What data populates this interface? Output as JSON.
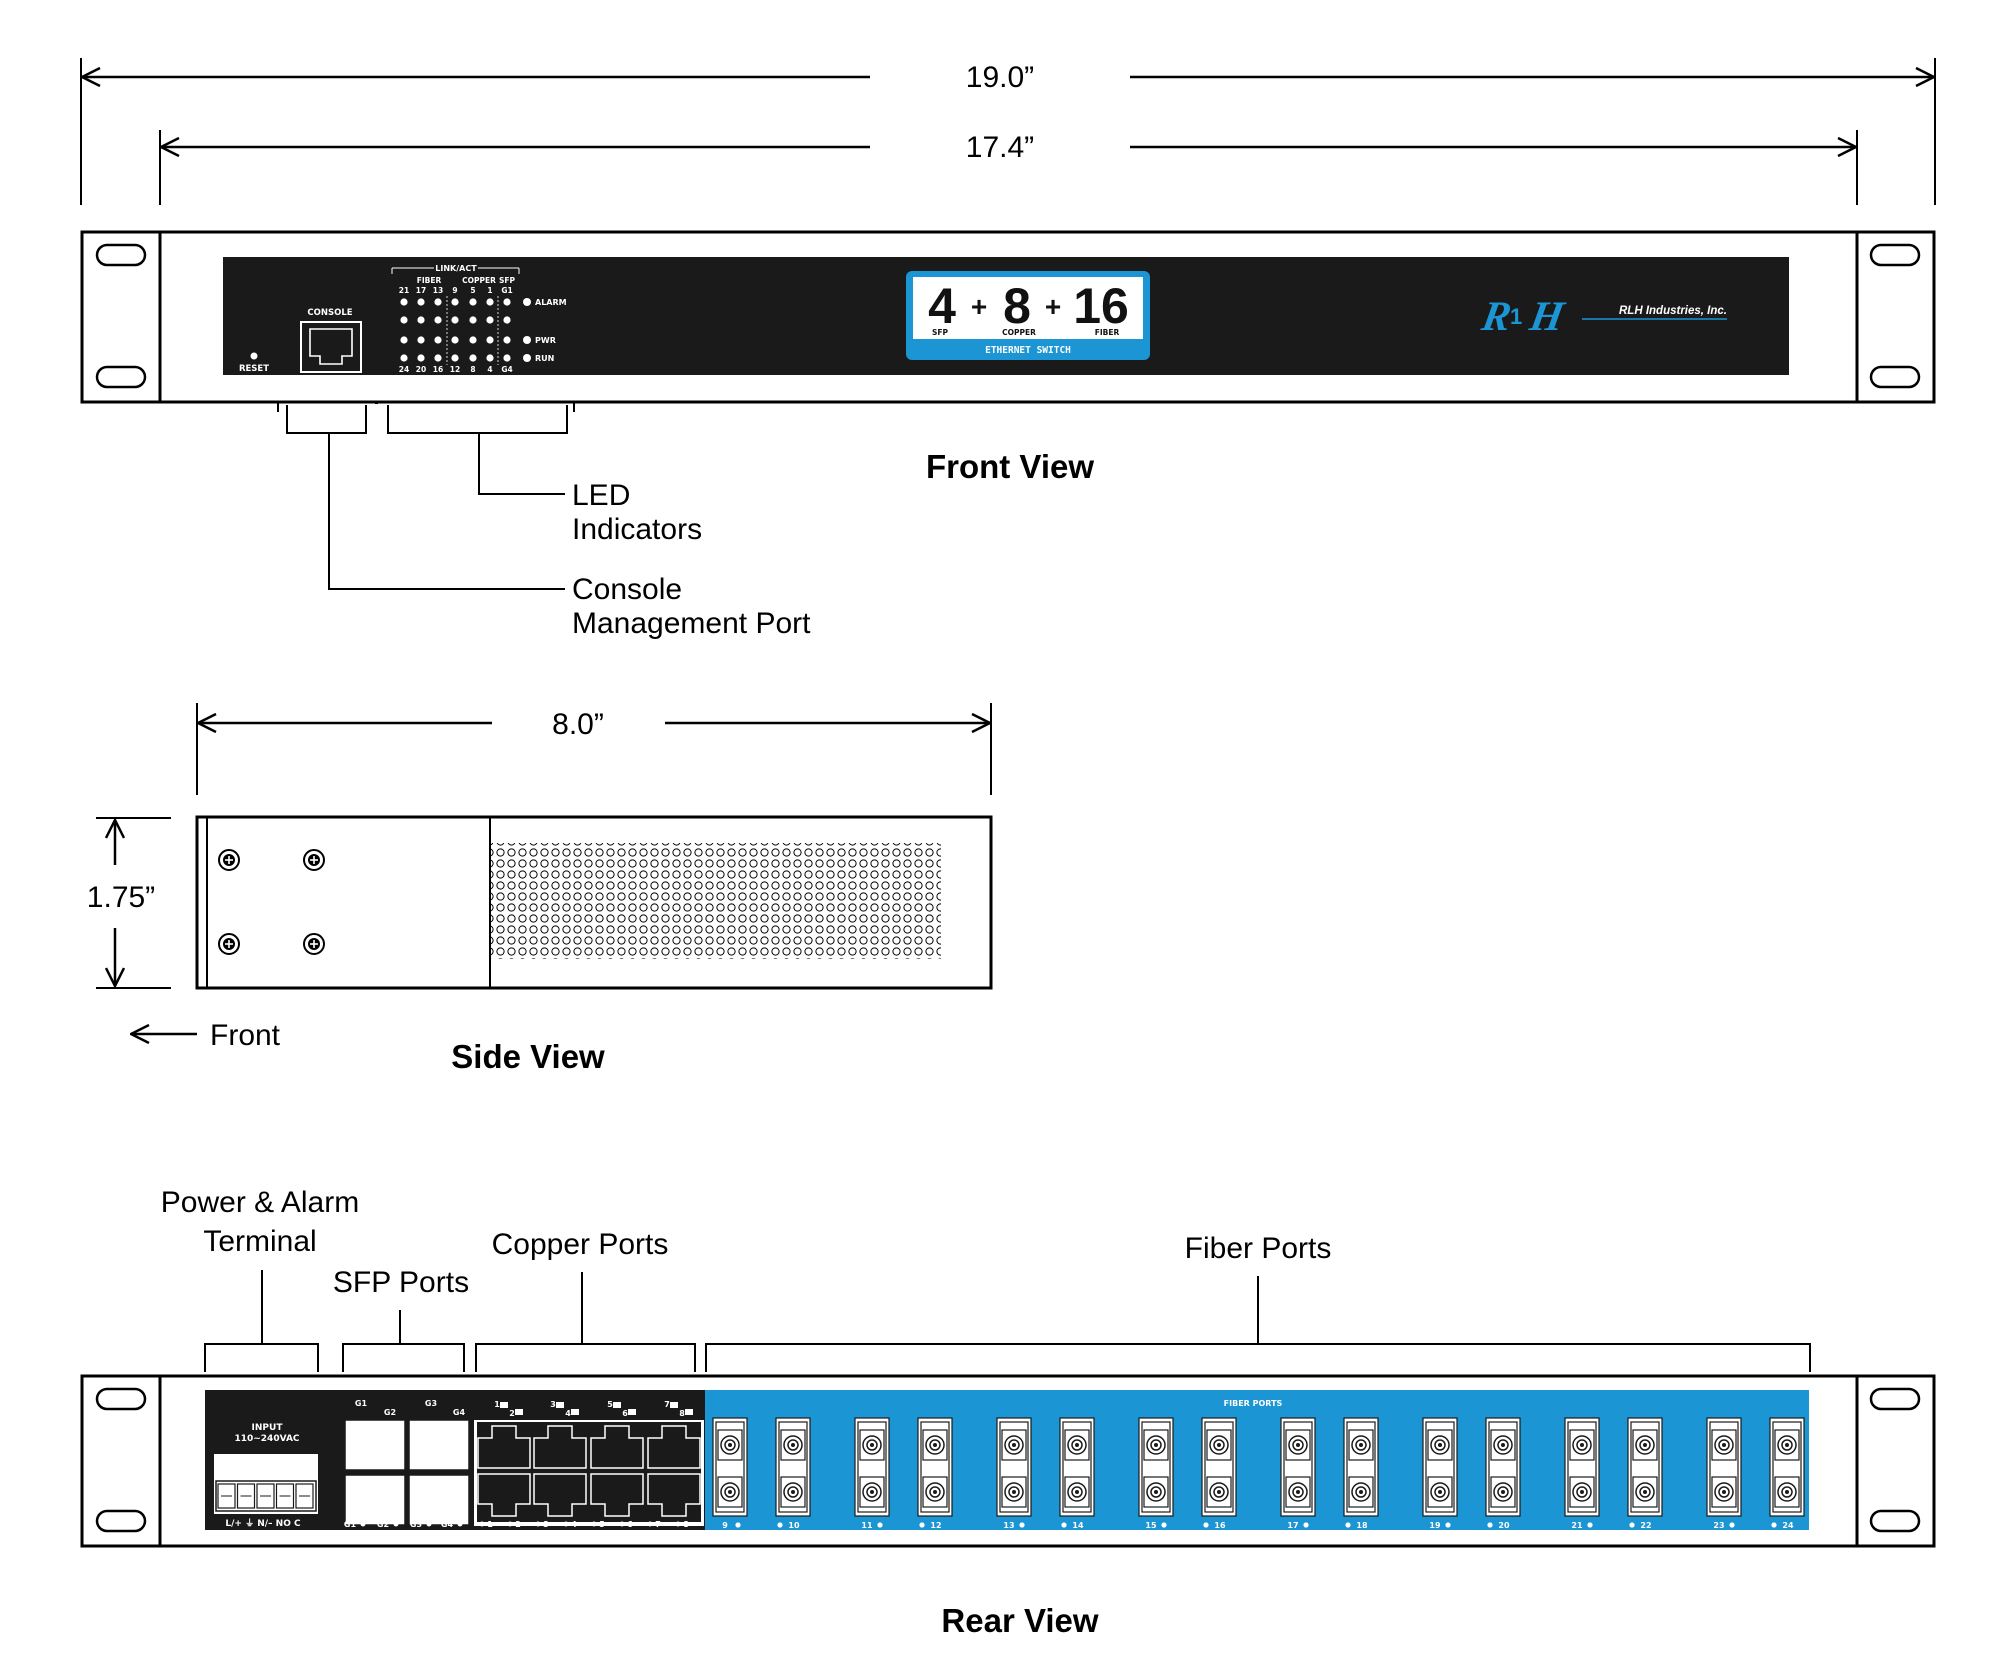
{
  "dimensions": {
    "overall_width": "19.0”",
    "panel_width": "17.4”",
    "depth": "8.0”",
    "height": "1.75”"
  },
  "front_view": {
    "caption": "Front View",
    "reset_label": "RESET",
    "console_label": "CONSOLE",
    "link_act_label": "LINK/ACT",
    "fiber_label": "FIBER",
    "copper_label": "COPPER",
    "sfp_label": "SFP",
    "led_top_numbers": [
      "21",
      "17",
      "13",
      "9",
      "5",
      "1",
      "G1"
    ],
    "led_bottom_numbers": [
      "24",
      "20",
      "16",
      "12",
      "8",
      "4",
      "G4"
    ],
    "status_leds": [
      "ALARM",
      "PWR",
      "RUN"
    ],
    "logo": {
      "numbers": [
        "4",
        "8",
        "16"
      ],
      "sub_labels": [
        "SFP",
        "COPPER",
        "FIBER"
      ],
      "product": "ETHERNET SWITCH"
    },
    "brand_name": "RLH Industries, Inc.",
    "callouts": [
      {
        "lines": [
          "LED",
          "Indicators"
        ]
      },
      {
        "lines": [
          "Console",
          "Management Port"
        ]
      }
    ]
  },
  "side_view": {
    "caption": "Side View",
    "front_label": "Front"
  },
  "rear_view": {
    "caption": "Rear View",
    "callouts": {
      "power": [
        "Power & Alarm",
        "Terminal"
      ],
      "sfp": "SFP Ports",
      "copper": "Copper Ports",
      "fiber": "Fiber Ports"
    },
    "input_label": [
      "INPUT",
      "110~240VAC"
    ],
    "terminal_label": "L/+ ⏚ N/– NO C",
    "sfp_labels": [
      "G1",
      "G2",
      "G3",
      "G4"
    ],
    "copper_numbers": [
      "1",
      "2",
      "3",
      "4",
      "5",
      "6",
      "7",
      "8"
    ],
    "fiber_header": "FIBER PORTS",
    "fiber_numbers": [
      "9",
      "10",
      "11",
      "12",
      "13",
      "14",
      "15",
      "16",
      "17",
      "18",
      "19",
      "20",
      "21",
      "22",
      "23",
      "24"
    ]
  },
  "colors": {
    "line": "#000000",
    "panel": "#1a1a1a",
    "accent_blue": "#1b95d3"
  }
}
